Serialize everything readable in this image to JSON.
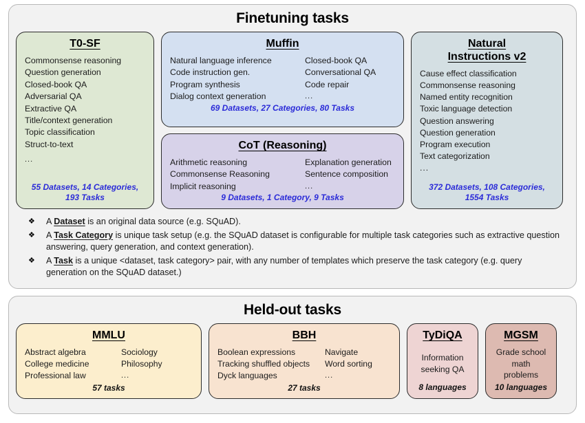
{
  "finetuning": {
    "title": "Finetuning tasks",
    "cards": [
      {
        "id": "t0sf",
        "title": "T0-SF",
        "col_a": [
          "Commonsense reasoning",
          "Question generation",
          "Closed-book QA",
          "Adversarial QA",
          "Extractive QA",
          "Title/context generation",
          "Topic classification",
          "Struct-to-text",
          "..."
        ],
        "col_b": [],
        "stat": "55 Datasets, 14 Categories, 193 Tasks",
        "stat_line1": "55 Datasets, 14 Categories,",
        "stat_line2": "193 Tasks",
        "color": "#dee8d3"
      },
      {
        "id": "muffin",
        "title": "Muffin",
        "col_a": [
          "Natural language inference",
          "Code instruction gen.",
          "Program synthesis",
          "Dialog context generation"
        ],
        "col_b": [
          "Closed-book QA",
          "Conversational QA",
          "Code repair",
          "..."
        ],
        "stat": "69 Datasets, 27 Categories, 80 Tasks",
        "color": "#d4e0f1"
      },
      {
        "id": "cot",
        "title": "CoT (Reasoning)",
        "col_a": [
          "Arithmetic reasoning",
          "Commonsense Reasoning",
          "Implicit reasoning"
        ],
        "col_b": [
          "Explanation generation",
          "Sentence composition",
          "..."
        ],
        "stat": "9 Datasets, 1 Category, 9 Tasks",
        "color": "#d7d2e9"
      },
      {
        "id": "niv2",
        "title_line1": "Natural",
        "title_line2": "Instructions v2",
        "title": "Natural Instructions v2",
        "col_a": [
          "Cause effect classification",
          "Commonsense reasoning",
          "Named entity recognition",
          "Toxic language detection",
          "Question answering",
          "Question generation",
          "Program execution",
          "Text categorization",
          "..."
        ],
        "col_b": [],
        "stat": "372 Datasets, 108 Categories, 1554 Tasks",
        "stat_line1": "372 Datasets, 108 Categories,",
        "stat_line2": "1554 Tasks",
        "color": "#d4dfe3"
      }
    ],
    "notes": [
      {
        "bullet": "❖",
        "pre": "A ",
        "term": "Dataset",
        "post": " is an original data source (e.g. SQuAD)."
      },
      {
        "bullet": "❖",
        "pre": "A ",
        "term": "Task Category",
        "post": " is unique task setup (e.g. the SQuAD dataset is configurable for multiple task categories such as extractive question answering, query generation, and context generation)."
      },
      {
        "bullet": "❖",
        "pre": "A ",
        "term": "Task",
        "post": " is a unique <dataset, task category> pair, with any number of templates which preserve the task category (e.g. query generation on the SQuAD dataset.)"
      }
    ]
  },
  "heldout": {
    "title": "Held-out tasks",
    "cards": [
      {
        "id": "mmlu",
        "title": "MMLU",
        "col_a": [
          "Abstract algebra",
          "College medicine",
          "Professional law"
        ],
        "col_b": [
          "Sociology",
          "Philosophy",
          "..."
        ],
        "stat": "57 tasks",
        "color": "#fceecd"
      },
      {
        "id": "bbh",
        "title": "BBH",
        "col_a": [
          "Boolean expressions",
          "Tracking shuffled objects",
          "Dyck languages"
        ],
        "col_b": [
          "Navigate",
          "Word sorting",
          "..."
        ],
        "stat": "27 tasks",
        "color": "#f8e3d0"
      },
      {
        "id": "tydiqa",
        "title": "TyDiQA",
        "body_line1": "Information",
        "body_line2": "seeking QA",
        "stat": "8 languages",
        "color": "#eed4d3"
      },
      {
        "id": "mgsm",
        "title": "MGSM",
        "body_line1": "Grade school",
        "body_line2": "math problems",
        "stat": "10 languages",
        "color": "#ddbab1"
      }
    ]
  },
  "colors": {
    "stat_blue": "#2b2bd8",
    "shell_bg": "#f2f2f2",
    "shell_border": "#b8b8b8",
    "card_border": "#2b2b2b"
  }
}
